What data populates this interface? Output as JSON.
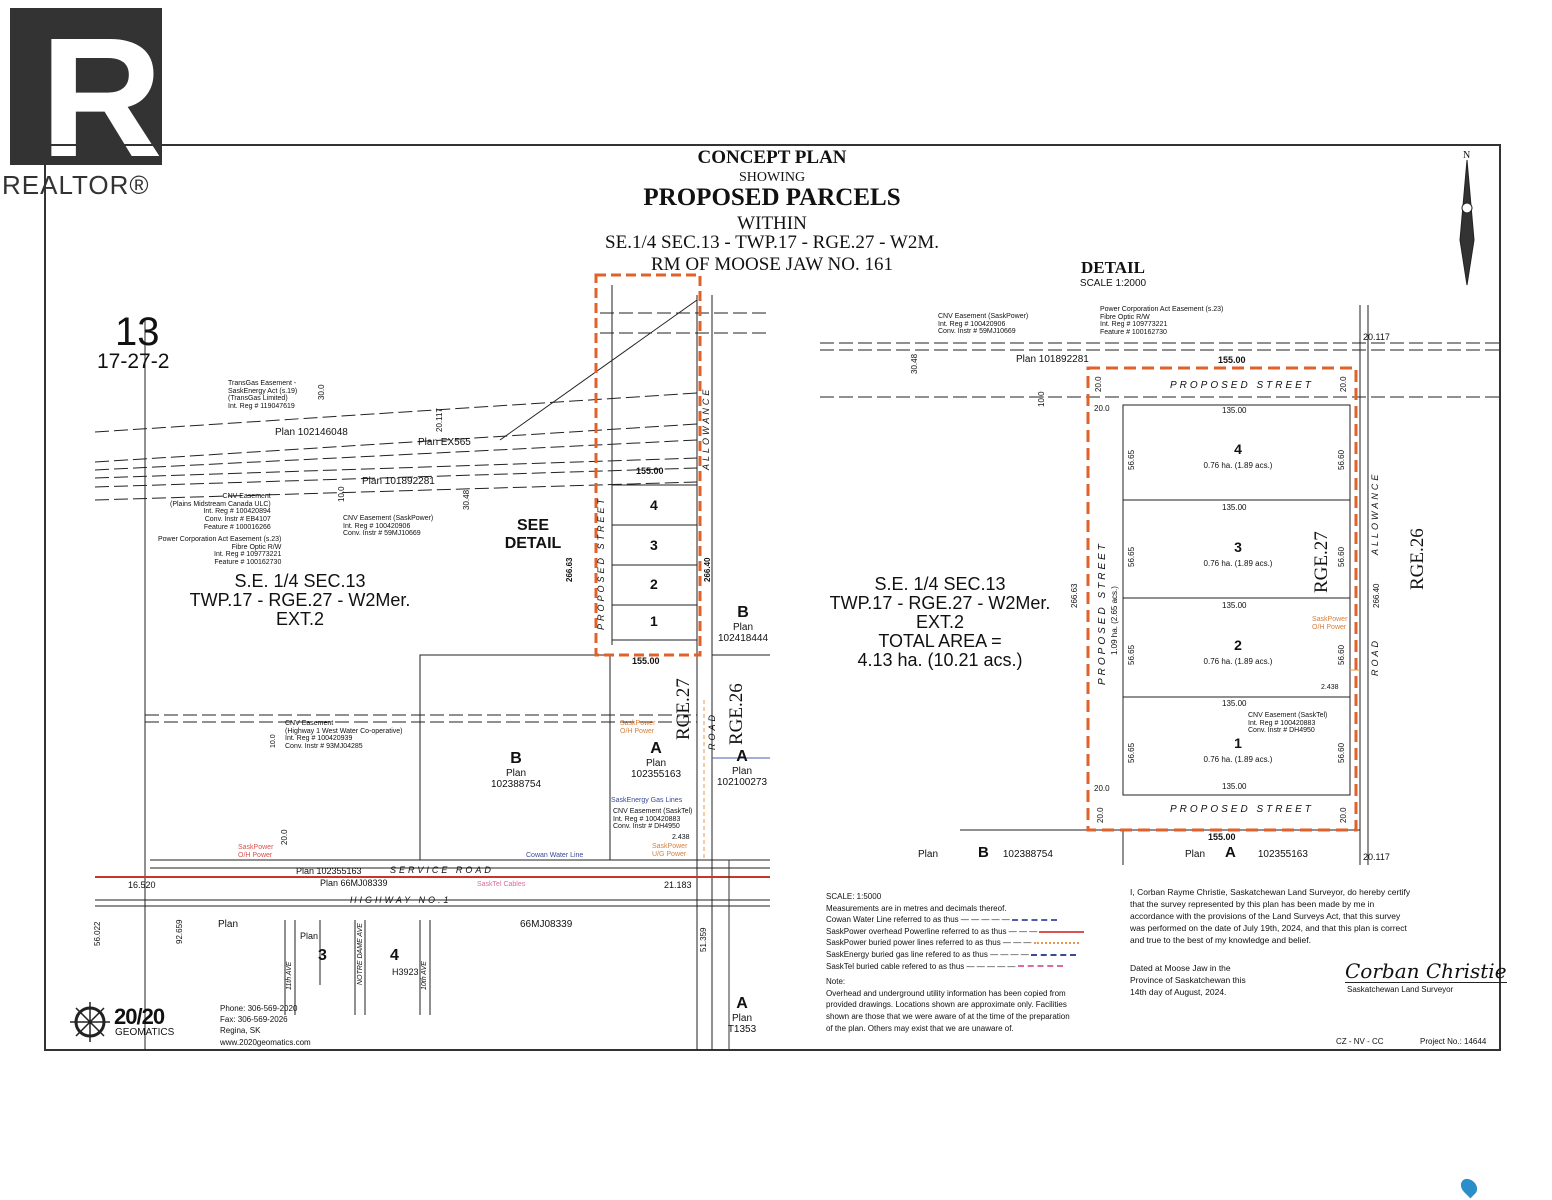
{
  "watermark": {
    "brand": "REALTOR®",
    "logo_letter": "R"
  },
  "title": {
    "line1": "CONCEPT PLAN",
    "line2": "SHOWING",
    "line3": "PROPOSED PARCELS",
    "line4": "WITHIN",
    "line5": "SE.1/4 SEC.13 - TWP.17 - RGE.27 - W2M.",
    "line6": "RM OF MOOSE JAW NO. 161"
  },
  "north": "N",
  "overview": {
    "section": "13",
    "section_code": "17-27-2",
    "transgas": [
      "TransGas Easement -",
      "SaskEnergy Act (s.19)",
      "(TransGas Limited)",
      "Int. Reg # 119047619"
    ],
    "cnv_plains": [
      "CNV Easement",
      "(Plains Midstream Canada ULC)",
      "Int. Reg # 100420894",
      "Conv. Instr # EB4107",
      "Feature # 100016266"
    ],
    "power_corp": [
      "Power Corporation Act Easement (s.23)",
      "Fibre Optic R/W",
      "Int. Reg # 109773221",
      "Feature # 100162730"
    ],
    "cnv_saskpower": [
      "CNV Easement (SaskPower)",
      "Int. Reg # 100420906",
      "Conv. Instr # 59MJ10669"
    ],
    "plan_a": "Plan 102146048",
    "plan_b": "Plan EX565",
    "plan_c": "Plan 101892281",
    "dim_300": "30.0",
    "dim_20117": "20.117",
    "dim_100": "10.0",
    "dim_3048": "30.48",
    "dim_155_top": "155.00",
    "dim_155_bottom": "155.00",
    "dim_26663": "266.63",
    "dim_26640": "266.40",
    "proposed_street": "PROPOSED STREET",
    "allowance": "ALLOWANCE",
    "road": "ROAD",
    "lots": [
      "4",
      "3",
      "2",
      "1"
    ],
    "see_detail": [
      "SEE",
      "DETAIL"
    ],
    "parcel_desc": [
      "S.E. 1/4 SEC.13",
      "TWP.17 - RGE.27 - W2Mer.",
      "EXT.2"
    ],
    "b_right": {
      "letter": "B",
      "plan": "Plan",
      "num": "102418444"
    },
    "b_mid": {
      "letter": "B",
      "plan": "Plan",
      "num": "102388754"
    },
    "a_mid": {
      "letter": "A",
      "plan": "Plan",
      "num": "102355163"
    },
    "a_right": {
      "letter": "A",
      "plan": "Plan",
      "num": "102100273"
    },
    "a_bottom": {
      "letter": "A",
      "plan": "Plan",
      "num": "T1353"
    },
    "rge27": "RGE.27",
    "rge26": "RGE.26",
    "cnv_water": [
      "CNV Easement",
      "(Highway 1 West Water Co-operative)",
      "Int. Reg # 100420939",
      "Conv. Instr # 93MJ04285"
    ],
    "dim_10": "10.0",
    "saskpower_oh_1": [
      "SaskPower",
      "O/H Power"
    ],
    "saskpower_oh_2": [
      "SaskPower",
      "O/H Power"
    ],
    "saskenergy": "SaskEnergy Gas Lines",
    "cnv_sasktel": [
      "CNV Easement (SaskTel)",
      "Int. Reg # 100420883",
      "Conv. Instr # DH4950"
    ],
    "dim_2438": "2.438",
    "saskpower_ug": [
      "SaskPower",
      "U/G Power"
    ],
    "dim_200": "20.0",
    "plan_service": "Plan 102355163",
    "service_road": "SERVICE ROAD",
    "cowan": "Cowan Water Line",
    "plan_66": "Plan 66MJ08339",
    "sasktel_cables": "SaskTel Cables",
    "dim_16520": "16.520",
    "dim_21183": "21.183",
    "highway": "HIGHWAY NO.1",
    "dim_56022": "56.022",
    "dim_92659": "92.659",
    "plan_word": "Plan",
    "plan_66b": "66MJ08339",
    "dim_51359": "51.359",
    "ave11": "11th AVE",
    "notre_dame": "NOTRE DAME AVE",
    "ave10": "10th AVE",
    "block3": "3",
    "block4": "4",
    "plan_small": "Plan",
    "h3923": "H3923"
  },
  "detail": {
    "title": "DETAIL",
    "scale": "SCALE 1:2000",
    "cnv_saskpower": [
      "CNV Easement (SaskPower)",
      "Int. Reg # 100420906",
      "Conv. Instr # 59MJ10669"
    ],
    "power_corp": [
      "Power Corporation Act Easement (s.23)",
      "Fibre Optic R/W",
      "Int. Reg # 109773221",
      "Feature # 100162730"
    ],
    "plan": "Plan 101892281",
    "dim_155_top": "155.00",
    "dim_155_bottom": "155.00",
    "dim_20117_top": "20.117",
    "dim_20117_bottom": "20.117",
    "dim_3048": "30.48",
    "dim_100": "10.0",
    "street_top": "PROPOSED STREET",
    "street_bottom": "PROPOSED STREET",
    "street_left": "PROPOSED STREET",
    "street_area": "1.09 ha. (2.65 acs.)",
    "dim_20": "20.0",
    "dim_135": "135.00",
    "dim_5665": "56.65",
    "dim_5660": "56.60",
    "dim_26663": "266.63",
    "dim_26640": "266.40",
    "lots": [
      {
        "n": "4",
        "area": "0.76 ha. (1.89 acs.)"
      },
      {
        "n": "3",
        "area": "0.76 ha. (1.89 acs.)"
      },
      {
        "n": "2",
        "area": "0.76 ha. (1.89 acs.)"
      },
      {
        "n": "1",
        "area": "0.76 ha. (1.89 acs.)"
      }
    ],
    "parcel_desc": [
      "S.E. 1/4 SEC.13",
      "TWP.17 - RGE.27 - W2Mer.",
      "EXT.2",
      "TOTAL AREA =",
      "4.13 ha. (10.21 acs.)"
    ],
    "rge27": "RGE.27",
    "rge26": "RGE.26",
    "allowance": "ALLOWANCE",
    "road": "ROAD",
    "saskpower_oh": [
      "SaskPower",
      "O/H Power"
    ],
    "dim_2438": "2.438",
    "cnv_sasktel": [
      "CNV Easement (SaskTel)",
      "Int. Reg # 100420883",
      "Conv. Instr # DH4950"
    ],
    "bottom_plan_b": {
      "plan": "Plan",
      "letter": "B",
      "num": "102388754"
    },
    "bottom_plan_a": {
      "plan": "Plan",
      "letter": "A",
      "num": "102355163"
    }
  },
  "legend": {
    "scale": "SCALE: 1:5000",
    "units": "Measurements are in metres and decimals thereof.",
    "items": [
      {
        "label": "Cowan Water Line referred to as thus",
        "color": "#4a5fa8"
      },
      {
        "label": "SaskPower overhead Powerline referred to as thus",
        "color": "#d9534f"
      },
      {
        "label": "SaskPower buried power lines referred to as thus",
        "color": "#e39a4c"
      },
      {
        "label": "SaskEnergy buried gas line refered to as thus",
        "color": "#3a4a9a"
      },
      {
        "label": "SaskTel buried cable refered to as thus",
        "color": "#d96ba0"
      }
    ],
    "note_title": "Note:",
    "note": [
      "Overhead and underground utility information has been copied from",
      "provided drawings.  Locations  shown are approximate only.  Facilities",
      "shown are those that we were aware of at the time of the preparation",
      "of the plan.  Others may exist that we are unaware of."
    ]
  },
  "certificate": {
    "text": [
      "I, Corban Rayme Christie, Saskatchewan Land Surveyor, do hereby certify",
      "that the survey represented by this plan has been made by me in",
      "accordance with the provisions of the Land Surveys Act, that this survey",
      "was performed on the date of July 19th, 2024, and that this plan is correct",
      "and true to the best of my knowledge and belief."
    ],
    "dated": [
      "Dated at Moose Jaw in the",
      "Province of Saskatchewan this",
      "14th day of August, 2024."
    ],
    "signature": "Corban Christie",
    "signer_title": "Saskatchewan Land Surveyor"
  },
  "footer": {
    "codes": "CZ - NV - CC",
    "project": "Project No.: 14644"
  },
  "company": {
    "logo_big": "20/20",
    "logo_small": "GEOMATICS",
    "phone": "Phone: 306-569-2020",
    "fax": "Fax: 306-569-2026",
    "city": "Regina, SK",
    "web": "www.2020geomatics.com"
  },
  "colors": {
    "parcel_outline": "#e0622a",
    "marker": "#2a8ec9"
  }
}
